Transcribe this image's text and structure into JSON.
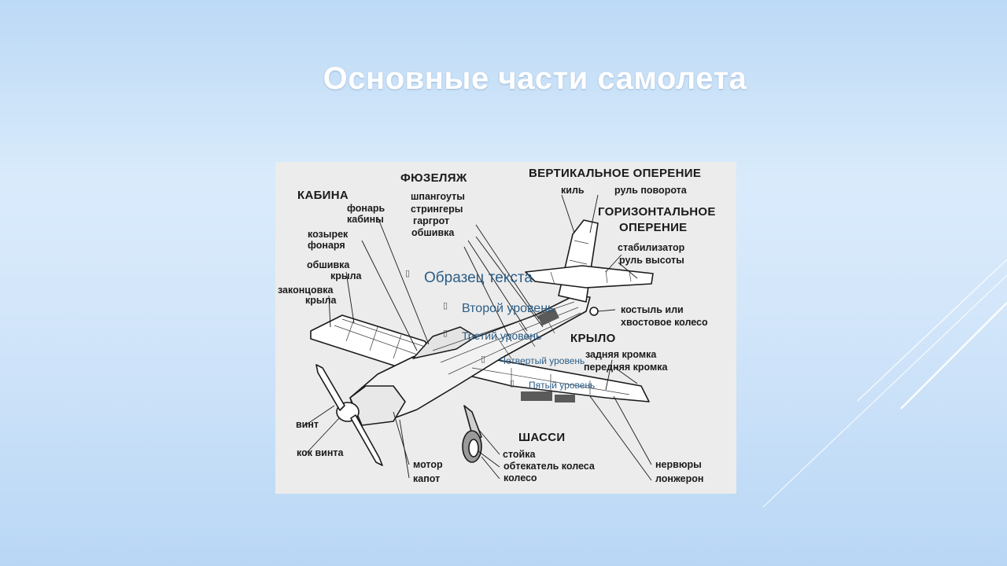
{
  "slide": {
    "title": "Основные части самолета"
  },
  "diagram": {
    "labels": {
      "fuselage": "ФЮЗЕЛЯЖ",
      "frames": "шпангоуты",
      "stringers": "стрингеры",
      "gargrot": "гаргрот",
      "fuselage_skin": "обшивка",
      "vertical_tail": "ВЕРТИКАЛЬНОЕ ОПЕРЕНИЕ",
      "fin": "киль",
      "rudder": "руль поворота",
      "horizontal_tail_1": "ГОРИЗОНТАЛЬНОЕ",
      "horizontal_tail_2": "ОПЕРЕНИЕ",
      "stabilizer": "стабилизатор",
      "elevator": "руль высоты",
      "cabin": "КАБИНА",
      "canopy_1": "фонарь",
      "canopy_2": "кабины",
      "windshield_1": "козырек",
      "windshield_2": "фонаря",
      "wing_skin_1": "обшивка",
      "wing_skin_2": "крыла",
      "wingtip_1": "законцовка",
      "wingtip_2": "крыла",
      "tailskid_1": "костыль или",
      "tailskid_2": "хвостовое колесо",
      "wing": "КРЫЛО",
      "trailing_edge": "задняя кромка",
      "leading_edge": "передняя кромка",
      "propeller": "винт",
      "spinner": "кок винта",
      "engine": "мотор",
      "cowling": "капот",
      "gear": "ШАССИ",
      "strut": "стойка",
      "wheel_fairing": "обтекатель колеса",
      "wheel": "колесо",
      "ribs": "нервюры",
      "spar": "лонжерон"
    }
  },
  "placeholder": {
    "level1": "Образец текста",
    "level2": "Второй уровень",
    "level3": "Третий уровень",
    "level4": "Четвертый уровень",
    "level5": "Пятый уровень"
  }
}
